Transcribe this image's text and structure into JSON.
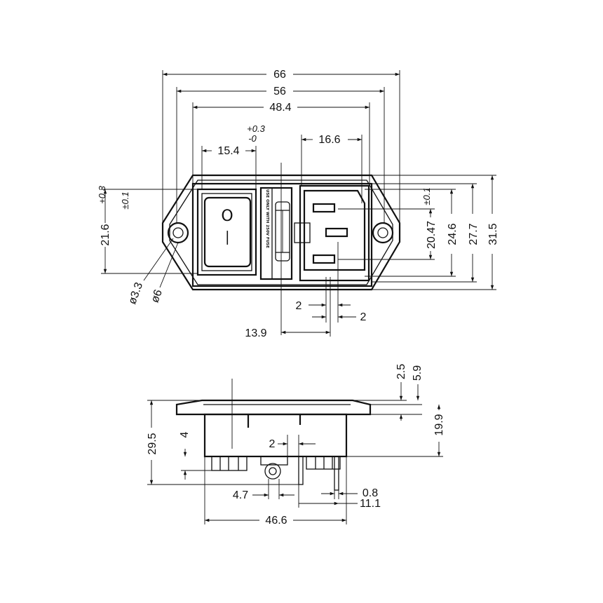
{
  "front_view": {
    "overall_width": "66",
    "flange_width": "56",
    "body_width": "48.4",
    "tolerance_plus": "+0.3",
    "tolerance_minus": "-0",
    "switch_width": "15.4",
    "inlet_width": "16.6",
    "switch_height": "21.6",
    "switch_height_tol_plus": "+0.3",
    "switch_height_tol_minus": "±0.1",
    "inlet_opening_height": "20.47",
    "inlet_opening_tol": "±0.1",
    "body_height_24": "24.6",
    "body_height_27": "27.7",
    "overall_height": "31.5",
    "hole_diameter_small": "ø3.3",
    "hole_diameter_large": "ø6",
    "pin_spacing_left": "2",
    "pin_spacing_right": "2",
    "fuse_offset": "13.9",
    "switch_on_symbol": "O",
    "switch_off_symbol": "—",
    "fuse_label": "USE ONLY WITH 250V FUSE"
  },
  "side_view": {
    "flange_thickness": "2.5",
    "flange_step": "5.9",
    "panel_depth": "19.9",
    "overall_depth": "29.5",
    "clip_height": "4",
    "terminal_gap": "2",
    "terminal_offset": "4.7",
    "terminal_thickness": "0.8",
    "terminal_reach": "11.1",
    "body_width": "46.6"
  }
}
